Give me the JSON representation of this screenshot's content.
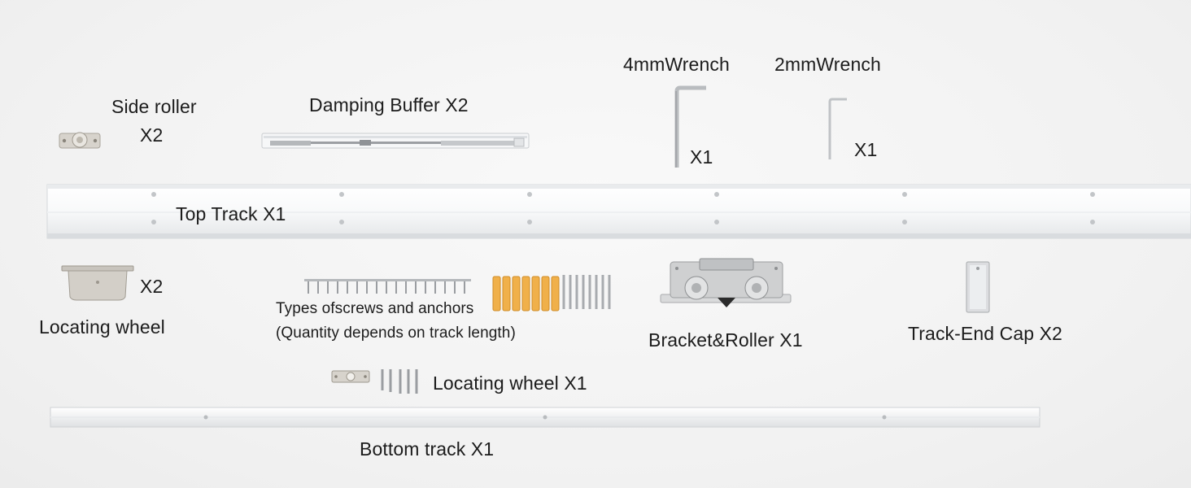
{
  "labels": {
    "side_roller": "Side roller",
    "side_roller_qty": "X2",
    "damping_buffer": "Damping Buffer  X2",
    "wrench_4mm": "4mmWrench",
    "wrench_4mm_qty": "X1",
    "wrench_2mm": "2mmWrench",
    "wrench_2mm_qty": "X1",
    "top_track": "Top Track  X1",
    "locating_wheel_qty": "X2",
    "locating_wheel": "Locating wheel",
    "screws_line1": "Types ofscrews and anchors",
    "screws_line2": "(Quantity depends on track length)",
    "bracket_roller": "Bracket&Roller  X1",
    "track_end_cap": "Track-End Cap  X2",
    "locating_wheel_small": "Locating wheel X1",
    "bottom_track": "Bottom track   X1"
  },
  "colors": {
    "background": "#f3f3f3",
    "aluminium": "#e6e8ea",
    "anchor": "#f0b04a",
    "text": "#1c1c1c"
  }
}
